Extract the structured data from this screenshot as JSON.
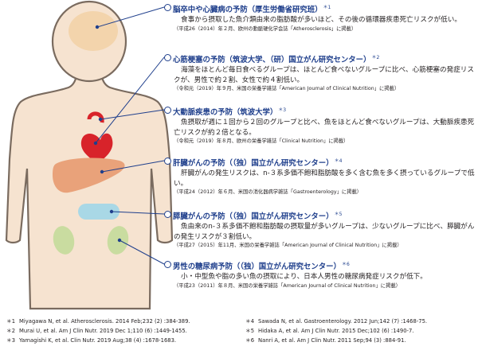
{
  "items": [
    {
      "title": "脳卒中や心臓病の予防（厚生労働省研究班）",
      "mark": "＊1",
      "body": "食事から摂取した魚介類由来の脂肪酸が多いほど、その後の循環器疾患死亡リスクが低い。",
      "source": "（平成26（2014）年２月、欧州の動脈硬化学会誌「Atherosclerosis」に掲載）"
    },
    {
      "title": "心筋梗塞の予防（筑波大学、（研）国立がん研究センター）",
      "mark": "＊2",
      "body": "海藻をほとんど毎日食べるグループは、ほとんど食べないグループに比べ、心筋梗塞の発症リスクが、男性で約２割、女性で約４割低い。",
      "source": "（令和元（2019）年９月、米国の栄養学雑誌「American Journal of Clinical Nutrition」に掲載）"
    },
    {
      "title": "大動脈疾患の予防（筑波大学）",
      "mark": "＊3",
      "body": "魚摂取が週に１回から２回のグループと比べ、魚をほとんど食べないグループは、大動脈疾患死亡リスクが約２倍となる。",
      "source": "（令和元（2019）年８月、欧州の栄養学雑誌「Clinical Nutrition」に掲載）"
    },
    {
      "title": "肝臓がんの予防（（独）国立がん研究センター）",
      "mark": "＊4",
      "body": "肝臓がんの発生リスクは、n-３系多価不飽和脂肪酸を多く含む魚を多く摂っているグループで低い。",
      "source": "（平成24（2012）年６月、米国の消化器病学雑誌「Gastroenterology」に掲載）"
    },
    {
      "title": "膵臓がんの予防（（独）国立がん研究センター）",
      "mark": "＊5",
      "body": "魚由来のn-３系多価不飽和脂肪酸の摂取量が多いグループは、少ないグループに比べ、膵臓がんの発生リスクが３割低い。",
      "source": "（平成27（2015）年11月、米国の栄養学雑誌「American Journal of Clinical Nutrition」に掲載）"
    },
    {
      "title": "男性の糖尿病予防（（独）国立がん研究センター）",
      "mark": "＊6",
      "body": "小・中型魚や脂の多い魚の摂取により、日本人男性の糖尿病発症リスクが低下。",
      "source": "（平成23（2011）年８月、米国の栄養学雑誌「American Journal of Clinical Nutrition」に掲載）"
    }
  ],
  "references": [
    {
      "mark": "＊1",
      "text": "Miyagawa N, et al. Atherosclerosis. 2014 Feb;232 (2) :384-389."
    },
    {
      "mark": "＊2",
      "text": "Murai U, et al. Am J Clin Nutr. 2019 Dec 1;110 (6) :1449-1455."
    },
    {
      "mark": "＊3",
      "text": "Yamagishi K, et al. Clin Nutr. 2019 Aug;38 (4) :1678-1683."
    },
    {
      "mark": "＊4",
      "text": "Sawada N, et al. Gastroenterology. 2012 Jun;142 (7) :1468-75."
    },
    {
      "mark": "＊5",
      "text": "Hidaka A, et al. Am J Clin Nutr. 2015 Dec;102 (6) :1490-7."
    },
    {
      "mark": "＊6",
      "text": "Nanri A, et al. Am J Clin Nutr. 2011 Sep;94 (3) :884-91."
    }
  ],
  "colors": {
    "skin": "#f6e3d0",
    "outline": "#7a6b5f",
    "brain": "#f3d4ac",
    "heart": "#d8232a",
    "liver": "#e9a27a",
    "pancreas": "#a9d8e6",
    "kidney": "#c9dca0",
    "accent": "#1f3f8c"
  }
}
